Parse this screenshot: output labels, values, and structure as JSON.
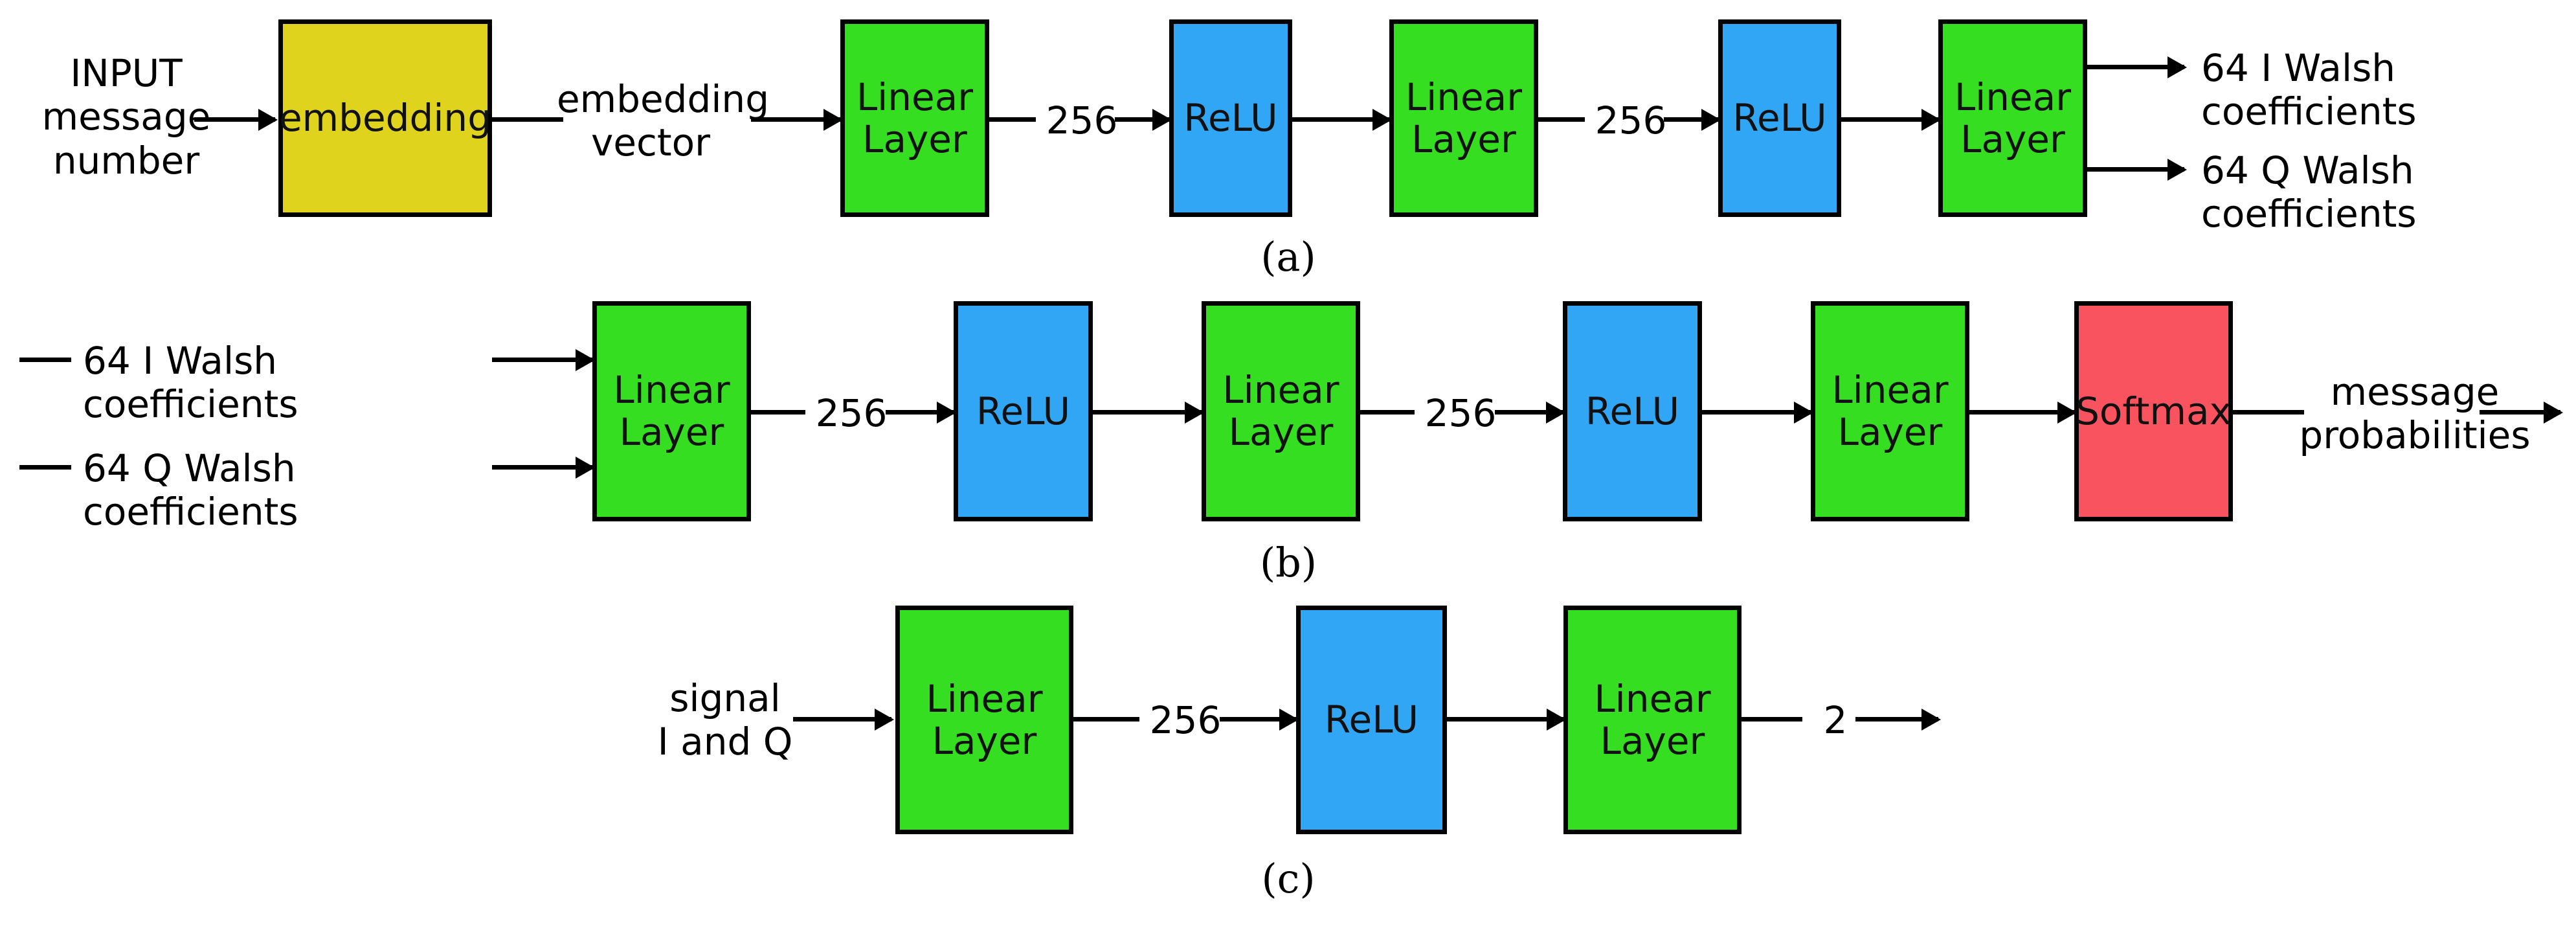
{
  "figure": {
    "title": "Neural network architectures for Walsh-coded message transmission",
    "colors": {
      "green_linear_layer": "#35DE21",
      "blue_relu": "#31A6F5",
      "yellow_embedding": "#E0D31E",
      "red_softmax": "#FA5360",
      "stroke": "#000000",
      "background": "#FFFFFF"
    },
    "panels": [
      {
        "id": "a",
        "caption": "(a)",
        "caption_letter": "a",
        "input_label": "INPUT\nmessage\nnumber",
        "blocks": [
          {
            "label": "embedding",
            "color": "yellow"
          },
          {
            "label": "Linear\nLayer",
            "color": "green"
          },
          {
            "label": "ReLU",
            "color": "blue"
          },
          {
            "label": "Linear\nLayer",
            "color": "green"
          },
          {
            "label": "ReLU",
            "color": "blue"
          },
          {
            "label": "Linear\nLayer",
            "color": "green"
          }
        ],
        "wire_labels": [
          {
            "text": "embedding\nvector"
          },
          {
            "text": "256"
          },
          {
            "text": "256"
          }
        ],
        "output_labels": [
          "64 I Walsh coefficients",
          "64 Q Walsh coefficients"
        ]
      },
      {
        "id": "b",
        "caption": "(b)",
        "caption_letter": "b",
        "input_labels": [
          "64 I Walsh coefficients",
          "64 Q Walsh coefficients"
        ],
        "blocks": [
          {
            "label": "Linear\nLayer",
            "color": "green"
          },
          {
            "label": "ReLU",
            "color": "blue"
          },
          {
            "label": "Linear\nLayer",
            "color": "green"
          },
          {
            "label": "ReLU",
            "color": "blue"
          },
          {
            "label": "Linear\nLayer",
            "color": "green"
          },
          {
            "label": "Softmax",
            "color": "red"
          }
        ],
        "wire_labels": [
          {
            "text": "256"
          },
          {
            "text": "256"
          }
        ],
        "output_label": "message\nprobabilities"
      },
      {
        "id": "c",
        "caption": "(c)",
        "caption_letter": "c",
        "input_label": "signal\nI and Q",
        "blocks": [
          {
            "label": "Linear\nLayer",
            "color": "green"
          },
          {
            "label": "ReLU",
            "color": "blue"
          },
          {
            "label": "Linear\nLayer",
            "color": "green"
          }
        ],
        "wire_labels": [
          {
            "text": "256"
          },
          {
            "text": "2"
          }
        ]
      }
    ]
  }
}
